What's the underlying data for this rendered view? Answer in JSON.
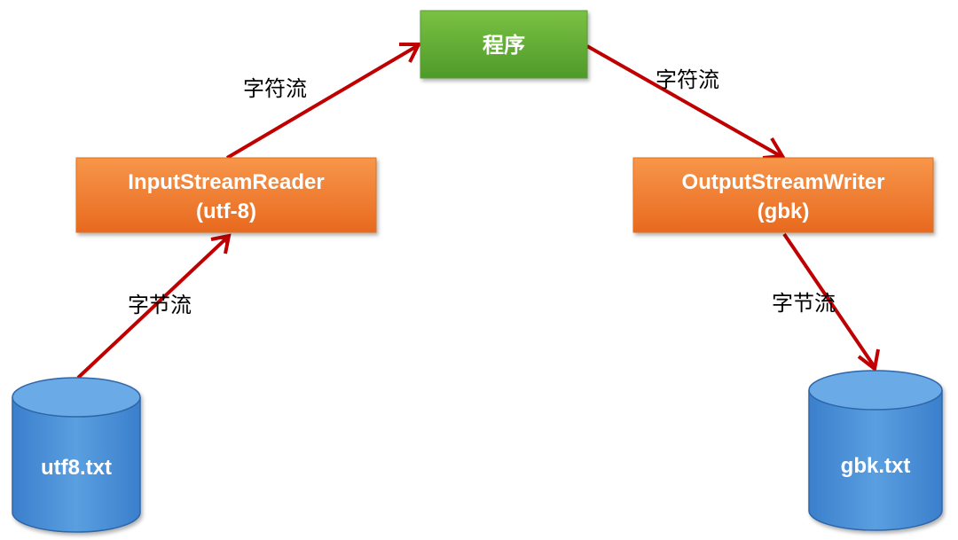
{
  "nodes": {
    "program": {
      "label": "程序"
    },
    "reader": {
      "line1": "InputStreamReader",
      "line2": "(utf-8)"
    },
    "writer": {
      "line1": "OutputStreamWriter",
      "line2": "(gbk)"
    },
    "source_file": {
      "label": "utf8.txt"
    },
    "target_file": {
      "label": "gbk.txt"
    }
  },
  "edges": {
    "file_to_reader": {
      "label": "字节流"
    },
    "reader_to_program": {
      "label": "字符流"
    },
    "program_to_writer": {
      "label": "字符流"
    },
    "writer_to_file": {
      "label": "字节流"
    }
  },
  "colors": {
    "program_box_top": "#7ac143",
    "program_box_bottom": "#4e9a2a",
    "stream_box_top": "#f7964a",
    "stream_box_bottom": "#e8691f",
    "cylinder_fill": "#4a8fd6",
    "cylinder_top": "#6aaae6",
    "cylinder_stroke": "#2e66a8",
    "arrow": "#c00000"
  }
}
